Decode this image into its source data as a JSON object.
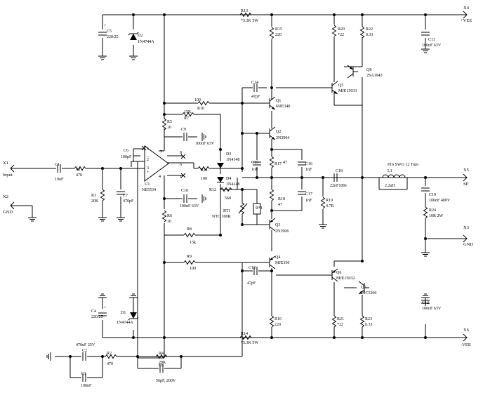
{
  "ports": {
    "x4": "X4",
    "vee_pos": "+VEE",
    "x1": "X1",
    "input": "Input",
    "x2": "X2",
    "gnd": "GND",
    "x5": "X5",
    "sp": "SP",
    "x3": "X3",
    "gnd3": "GND",
    "x6": "X6",
    "vee_neg": "-VEE"
  },
  "parts": {
    "c5": "C5",
    "c5v": "220/25",
    "d2": "D2",
    "d2v": "1N4744A",
    "r13": "R13",
    "r13v": "*5.3K 5W",
    "r15": "R15",
    "r15v": "220",
    "r20": "R20",
    "r20v": "*22",
    "r22": "R22",
    "r22v": "0.33",
    "c11": "C11",
    "c11v": "100nF 63V",
    "q8": "Q8",
    "q8v": "2SA1943",
    "q5": "Q5",
    "q5v": "MJE15033",
    "c14": "C14",
    "c14v": "47pF",
    "q1": "Q1",
    "q1v": "MJE340",
    "r10": "R10",
    "r10v": "100",
    "r7": "R7",
    "r7v": "15K",
    "r5": "R5",
    "r5v": "10",
    "c9": "C9",
    "c9v": "100nF 63V",
    "q2": "Q2",
    "q2v": "2N3904",
    "d3": "D3",
    "d3v": "1N4148",
    "c6": "C6",
    "c6v": "100pF",
    "r17": "R17",
    "r17v": "47",
    "c16": "C16",
    "c16v": "1nF",
    "c15": "C15",
    "c15v": "1nF",
    "c18": "C18",
    "c18v": "22nF100v",
    "l1": "L1",
    "l1v": "#16 SWG 12 Turn",
    "l1v2": "2.2uH",
    "c1": "C1",
    "c1v": "10uF",
    "r1": "R1",
    "r1v": "470",
    "r11": "R11",
    "r11v": "100",
    "d4": "D4",
    "d4v": "1N4148",
    "r12": "R12",
    "r12v": "560",
    "u1": "U1",
    "u1v": "NE5534",
    "r3": "R3",
    "r3v": "20K",
    "c7": "C7",
    "c7v": "470pF",
    "c10": "C10",
    "c10v": "100nF 63V",
    "r18": "R18",
    "r18v": "47",
    "c17": "C17",
    "c17v": "1nF",
    "r19": "R19",
    "r19v": "4.7R",
    "c19": "C19",
    "c19v": "100nF 400V",
    "r24": "R24",
    "r24v": "10R 2W",
    "rt1": "RT1",
    "rt1v": "NTC 100R",
    "rstar": "R*1",
    "r6": "R6",
    "r6v": "10",
    "r8": "R8",
    "r8v": "15k",
    "q3": "Q3",
    "q3v": "2N3906",
    "r9": "R9",
    "r9v": "100",
    "q4": "Q4",
    "q4v": "MJE350",
    "c13": "C13",
    "c13v": "47pF",
    "q6": "Q6",
    "q6v": "MJE15032",
    "q7": "Q7",
    "q7v": "2SC5200",
    "c4": "C4",
    "c4v": "220/25",
    "d1": "D1",
    "d1v": "1N4744A",
    "c12": "C12",
    "c12v": "100nF 63V",
    "r16": "R16",
    "r16v": "220",
    "r21": "R21",
    "r21v": "*22",
    "r23": "R23",
    "r23v": "0.33",
    "r14": "R14",
    "r14v": "*5.3K 5W",
    "c2v": "470uF 25V",
    "c2": "C2",
    "r2": "R2",
    "r2v": "470",
    "r4": "R4",
    "r4v": "20K",
    "c8": "C8",
    "c8v": "56pF, 200V",
    "c3": "C3",
    "c3v": "100nF"
  },
  "pins": {
    "p5": "5",
    "p2": "2",
    "p3": "3",
    "p8": "8",
    "p6": "6",
    "p1": "1",
    "p7": "7",
    "p4": "4"
  }
}
